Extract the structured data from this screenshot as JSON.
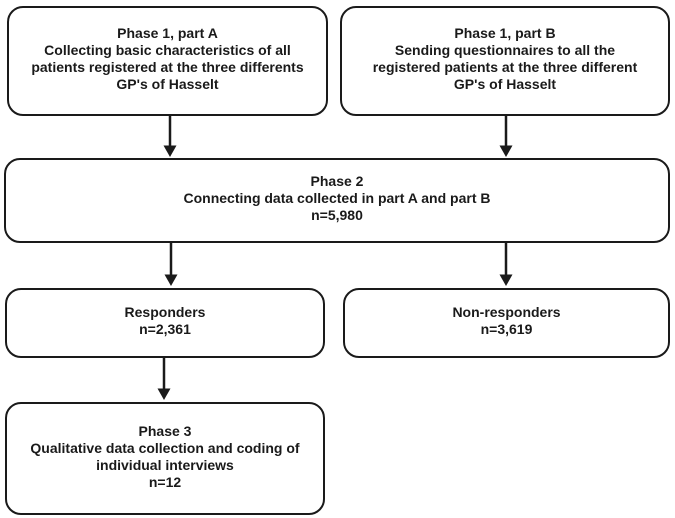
{
  "diagram": {
    "background_color": "#ffffff",
    "line_color": "#1a1a1a",
    "boxes": [
      {
        "id": "phase1a",
        "title": "Phase 1, part A",
        "body": "Collecting basic characteristics of all\npatients registered at the three differents\nGP's of Hasselt"
      },
      {
        "id": "phase1b",
        "title": "Phase 1, part B",
        "body": "Sending questionnaires to all the\nregistered patients at the three different\nGP's of Hasselt"
      },
      {
        "id": "phase2",
        "title": "Phase 2",
        "body": "Connecting data collected in part A and part B",
        "count": "n=5,980"
      },
      {
        "id": "responders",
        "title": "Responders",
        "count": "n=2,361"
      },
      {
        "id": "nonresponders",
        "title": "Non-responders",
        "count": "n=3,619"
      },
      {
        "id": "phase3",
        "title": "Phase 3",
        "body": "Qualitative data collection and coding of\nindividual interviews",
        "count": "n=12"
      }
    ],
    "connections": [
      {
        "from": "phase1a",
        "to": "phase2"
      },
      {
        "from": "phase1b",
        "to": "phase2"
      },
      {
        "from": "phase2",
        "to": "responders"
      },
      {
        "from": "phase2",
        "to": "nonresponders"
      },
      {
        "from": "responders",
        "to": "phase3"
      }
    ]
  }
}
